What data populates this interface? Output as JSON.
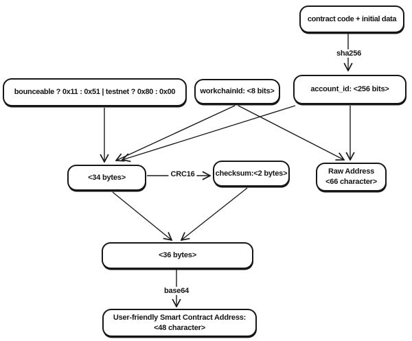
{
  "diagram": {
    "title_semantic": "TON smart contract address derivation flow",
    "colors": {
      "background": "#ffffff",
      "stroke": "#1a1a1a",
      "text": "#141414"
    },
    "nodes": {
      "contract_code": {
        "label": "contract code + initial data"
      },
      "bounceable_flag": {
        "label": "bounceable ? 0x11 : 0x51 | testnet ? 0x80 : 0x00"
      },
      "workchain_id": {
        "label": "workchainId: <8 bits>"
      },
      "account_id": {
        "label": "account_id: <256 bits>"
      },
      "bytes_34": {
        "label": "<34 bytes>"
      },
      "checksum": {
        "label": "checksum:<2 bytes>"
      },
      "raw_address": {
        "line1": "Raw Address",
        "line2": "<66 character>"
      },
      "bytes_36": {
        "label": "<36 bytes>"
      },
      "user_friendly_address": {
        "line1": "User-friendly Smart Contract Address:",
        "line2": "<48 character>"
      }
    },
    "edge_labels": {
      "sha256": "sha256",
      "crc16": "CRC16",
      "base64": "base64"
    },
    "edges": [
      {
        "from": "contract_code",
        "to": "account_id",
        "label": "sha256"
      },
      {
        "from": "bounceable_flag",
        "to": "bytes_34",
        "label": ""
      },
      {
        "from": "workchain_id",
        "to": "bytes_34",
        "label": ""
      },
      {
        "from": "account_id",
        "to": "bytes_34",
        "label": ""
      },
      {
        "from": "workchain_id",
        "to": "raw_address",
        "label": ""
      },
      {
        "from": "account_id",
        "to": "raw_address",
        "label": ""
      },
      {
        "from": "bytes_34",
        "to": "checksum",
        "label": "CRC16"
      },
      {
        "from": "bytes_34",
        "to": "bytes_36",
        "label": ""
      },
      {
        "from": "checksum",
        "to": "bytes_36",
        "label": ""
      },
      {
        "from": "bytes_36",
        "to": "user_friendly_address",
        "label": "base64"
      }
    ]
  }
}
